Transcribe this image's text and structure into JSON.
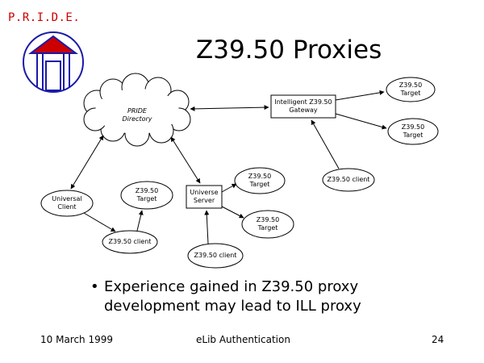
{
  "header": {
    "logo_text": "P.R.I.D.E.",
    "title": "Z39.50 Proxies"
  },
  "diagram": {
    "nodes": {
      "pride_directory": [
        "PRIDE",
        "Directory"
      ],
      "gateway": [
        "Intelligent Z39.50",
        "Gateway"
      ],
      "target_top_right": [
        "Z39.50",
        "Target"
      ],
      "target_right": [
        "Z39.50",
        "Target"
      ],
      "client_right": [
        "Z39.50 client"
      ],
      "universal_client": [
        "Universal",
        "Client"
      ],
      "target_left": [
        "Z39.50",
        "Target"
      ],
      "universe_server": [
        "Universe",
        "Server"
      ],
      "target_mid_upper": [
        "Z39.50",
        "Target"
      ],
      "target_mid_lower": [
        "Z39.50",
        "Target"
      ],
      "client_left": [
        "Z39.50 client"
      ],
      "client_bottom": [
        "Z39.50 client"
      ]
    }
  },
  "body": {
    "bullet": "•",
    "bullet_text": "Experience gained in Z39.50 proxy development may lead to ILL proxy"
  },
  "footer": {
    "date": "10 March 1999",
    "center": "eLib Authentication",
    "page": "24"
  },
  "colors": {
    "logo_blue": "#1a1aa8",
    "logo_red": "#cc0000"
  }
}
